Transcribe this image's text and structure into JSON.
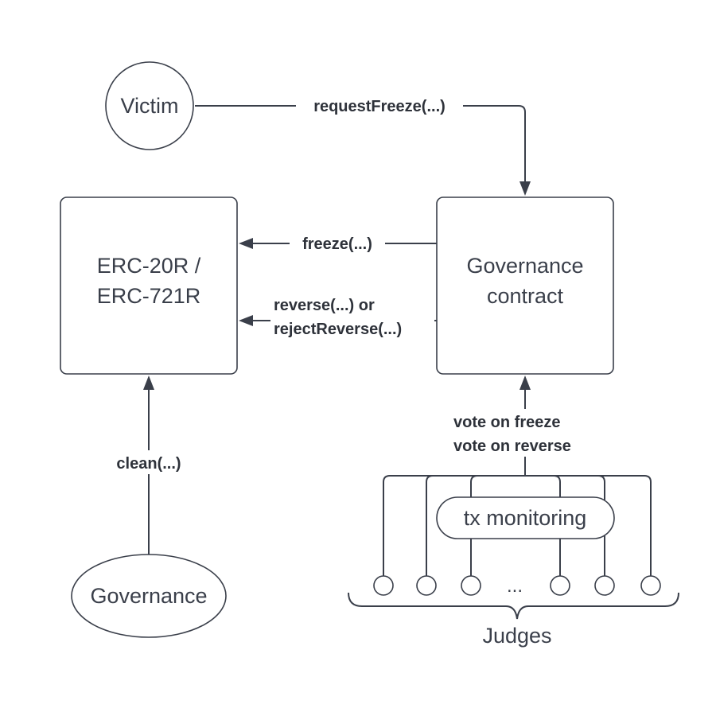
{
  "nodes": {
    "victim": "Victim",
    "token": [
      "ERC-20R /",
      "ERC-721R"
    ],
    "governance_contract": [
      "Governance",
      "contract"
    ],
    "governance": "Governance",
    "tx_monitoring": "tx monitoring",
    "judges_ellipsis": "...",
    "judges": "Judges"
  },
  "edges": {
    "request_freeze": "requestFreeze(...)",
    "freeze": "freeze(...)",
    "reverse": [
      "reverse(...) or",
      "rejectReverse(...)"
    ],
    "clean": "clean(...)",
    "vote": [
      "vote on freeze",
      "vote on reverse"
    ]
  }
}
